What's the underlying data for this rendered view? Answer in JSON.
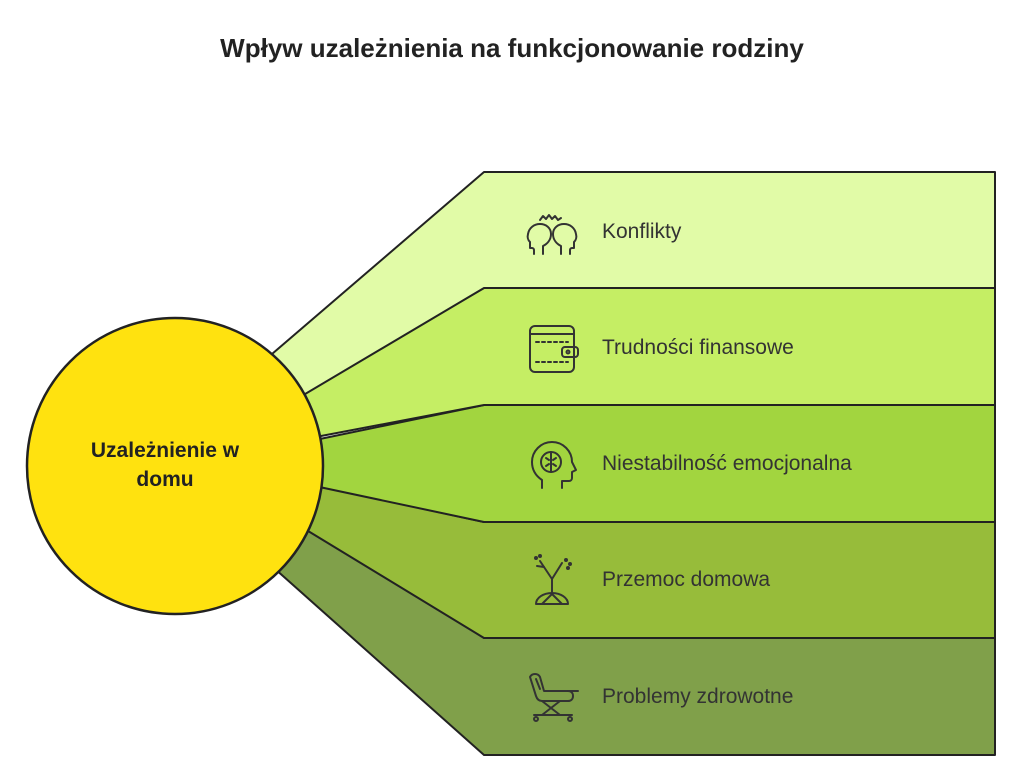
{
  "title": "Wpływ uzależnienia na funkcjonowanie rodziny",
  "center": {
    "label": "Uzależnienie w\ndomu",
    "color": "#FFE20F"
  },
  "items": [
    {
      "label": "Konflikty",
      "icon": "two-heads-conflict-icon",
      "color": "#E1FBA7"
    },
    {
      "label": "Trudności finansowe",
      "icon": "wallet-icon",
      "color": "#C5EE64"
    },
    {
      "label": "Niestabilność emocjonalna",
      "icon": "head-brain-icon",
      "color": "#A2D53F"
    },
    {
      "label": "Przemoc domowa",
      "icon": "broken-plant-icon",
      "color": "#97BC3A"
    },
    {
      "label": "Problemy zdrowotne",
      "icon": "medical-chair-icon",
      "color": "#80A04A"
    }
  ]
}
